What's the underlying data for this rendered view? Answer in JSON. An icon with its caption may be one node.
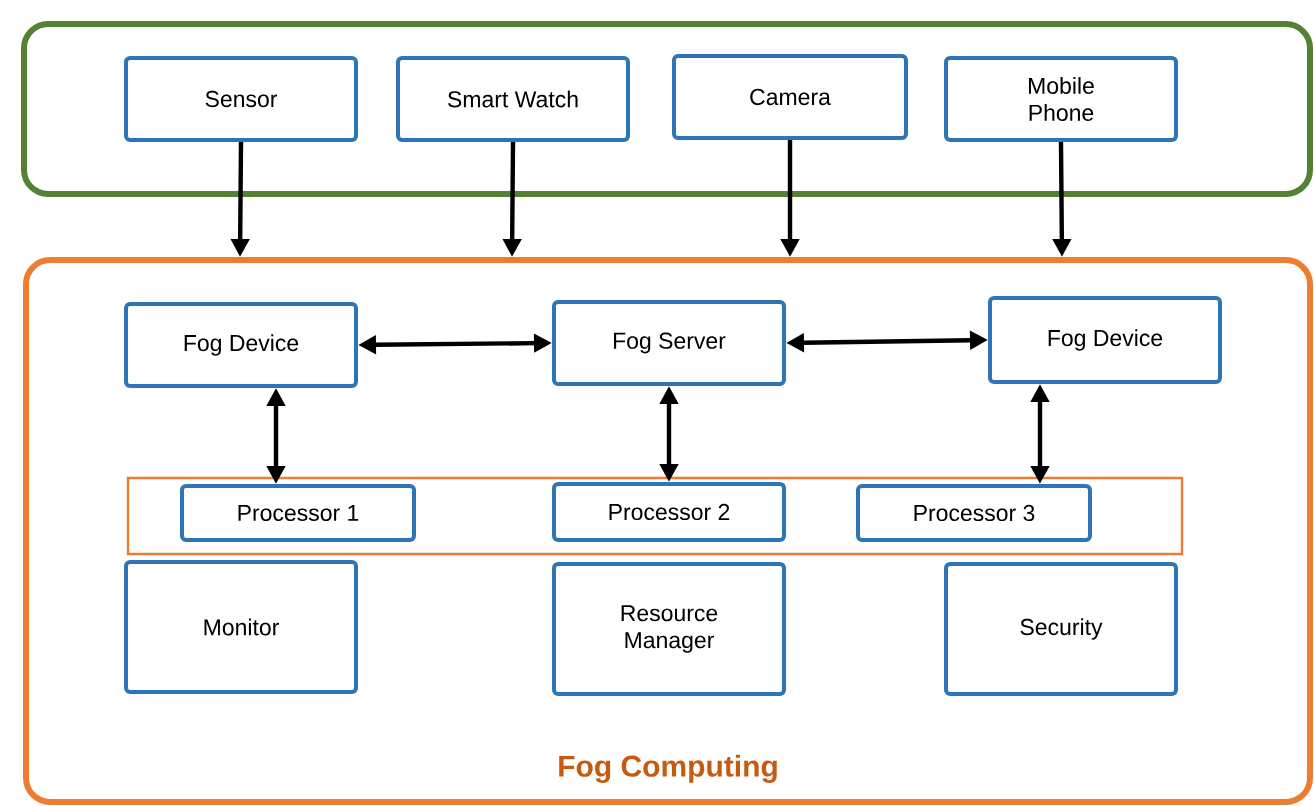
{
  "diagram": {
    "nodes": [
      {
        "text": [],
        "shape": "box"
      },
      {
        "text": [
          "Sensor"
        ],
        "in": 0
      },
      {
        "text": [
          "Smart Watch"
        ],
        "in": 0
      },
      {
        "text": [
          "Camera"
        ],
        "in": 0
      },
      {
        "text": [
          "Mobile Phone"
        ],
        "in": 0
      },
      {
        "text": [
          "Fog Computing"
        ]
      },
      {
        "text": [
          "Fog Device"
        ],
        "in": 5
      },
      {
        "text": [
          "Fog Server"
        ],
        "in": 5
      },
      {
        "text": [
          "Fog Device"
        ],
        "in": 5
      },
      {
        "text": [],
        "shape": "box",
        "in": 5
      },
      {
        "text": [
          "Processor 1"
        ],
        "in": 9
      },
      {
        "text": [
          "Processor 2"
        ],
        "in": 9
      },
      {
        "text": [
          "Processor 3"
        ],
        "in": 9
      },
      {
        "text": [
          "Monitor"
        ],
        "in": 5
      },
      {
        "text": [
          "Resource Manager"
        ],
        "in": 5
      },
      {
        "text": [
          "Security"
        ],
        "in": 5
      }
    ],
    "edges": [
      {
        "from": 1,
        "to": 5,
        "arrow": "to"
      },
      {
        "from": 2,
        "to": 5,
        "arrow": "to"
      },
      {
        "from": 3,
        "to": 5,
        "arrow": "to"
      },
      {
        "from": 4,
        "to": 5,
        "arrow": "to"
      },
      {
        "from": 6,
        "to": 7,
        "arrow": "both"
      },
      {
        "from": 7,
        "to": 8,
        "arrow": "both"
      },
      {
        "from": 6,
        "to": 10,
        "arrow": "both"
      },
      {
        "from": 7,
        "to": 11,
        "arrow": "both"
      },
      {
        "from": 8,
        "to": 12,
        "arrow": "both"
      }
    ]
  }
}
